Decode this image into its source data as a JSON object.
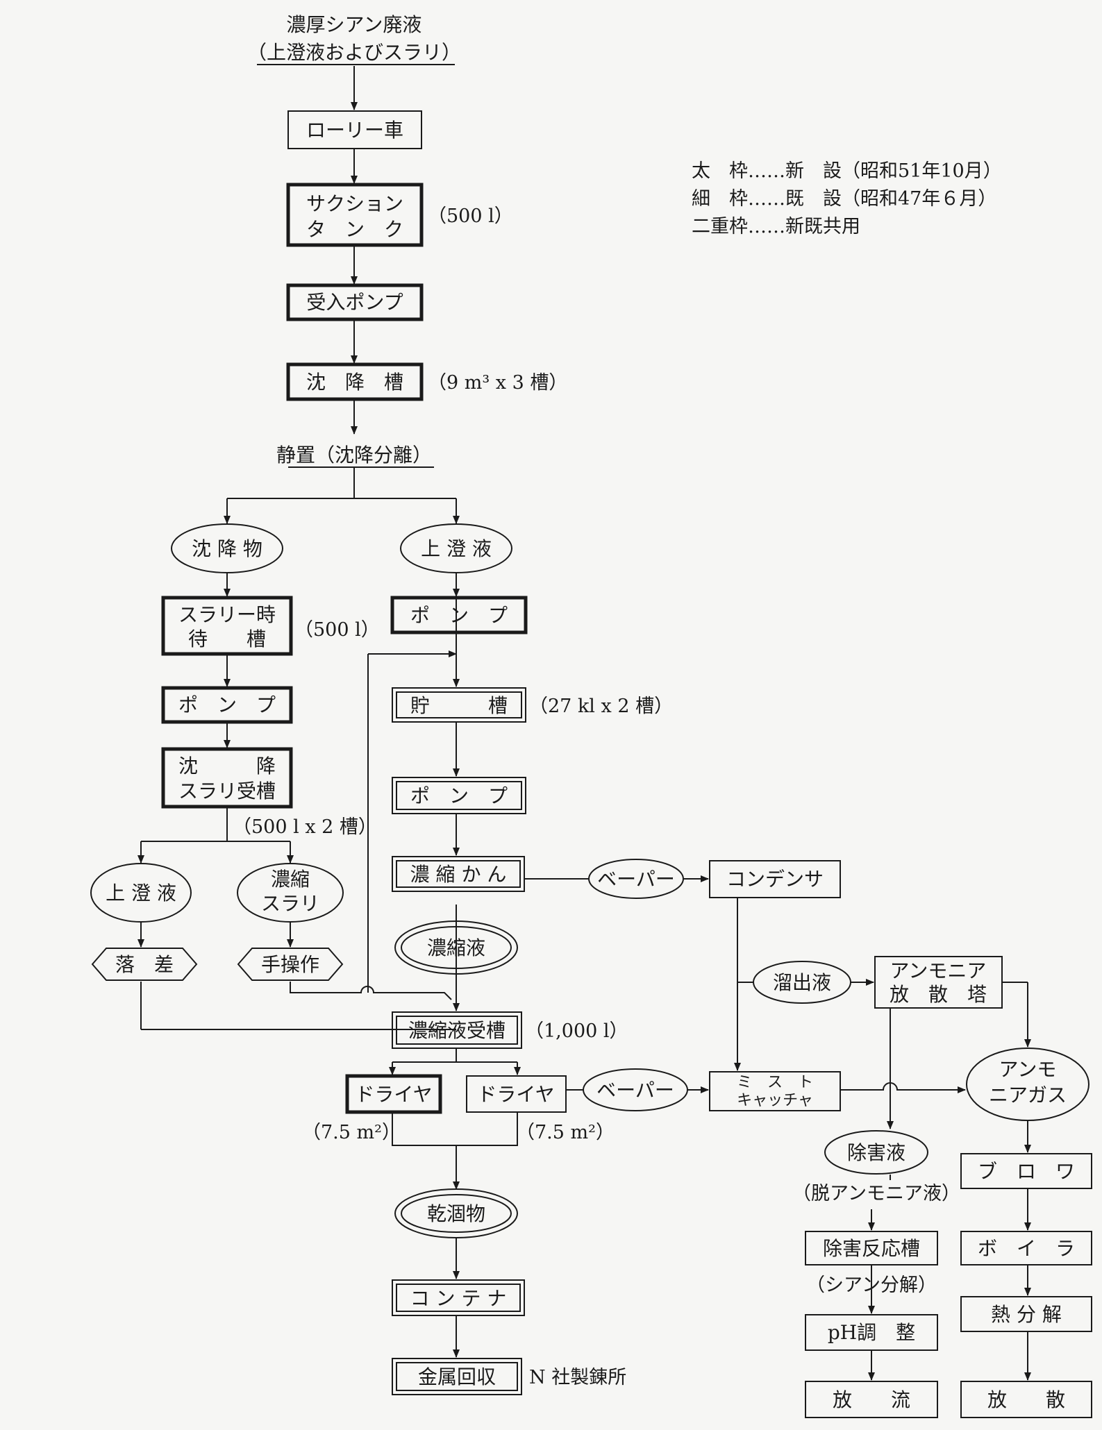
{
  "legend": {
    "thick": "太　枠……新　設（昭和51年10月）",
    "thin": "細　枠……既　設（昭和47年６月）",
    "double": "二重枠……新既共用"
  },
  "nodes": {
    "source_l1": "濃厚シアン廃液",
    "source_l2": "（上澄液およびスラリ）",
    "lorry": "ローリー車",
    "suction_l1": "サクション",
    "suction_l2": "タ　ン　ク",
    "suction_cap": "（500 l）",
    "receive_pump": "受入ポンプ",
    "settle_tank": "沈　降　槽",
    "settle_cap": "（9 m³ x 3 槽）",
    "standing": "静置（沈降分離）",
    "sediment": "沈 降 物",
    "supernatant": "上 澄 液",
    "slurry_wait_l1": "スラリー時",
    "slurry_wait_l2": "待　　槽",
    "slurry_wait_cap": "（500 l）",
    "pump_left": "ポ　ン　プ",
    "settle_slurry_l1": "沈　　　降",
    "settle_slurry_l2": "スラリ受槽",
    "settle_slurry_cap": "（500 l x 2 槽）",
    "left_super": "上 澄 液",
    "conc_slurry_l1": "濃縮",
    "conc_slurry_l2": "スラリ",
    "fall": "落　差",
    "manual": "手操作",
    "pump_right1": "ポ　ン　プ",
    "storage": "貯　　　槽",
    "storage_cap": "（27 kl x 2 槽）",
    "pump_right2": "ポ　ン　プ",
    "evaporator": "濃 縮 か ん",
    "vapor1": "ベーパー",
    "condenser": "コンデンサ",
    "conc_liquid": "濃縮液",
    "distillate": "溜出液",
    "ammonia_tower_l1": "アンモニア",
    "ammonia_tower_l2": "放　散　塔",
    "conc_recv_tank": "濃縮液受槽",
    "conc_recv_cap": "（1,000 l）",
    "dryer1": "ドライヤ",
    "dryer2": "ドライヤ",
    "vapor2": "ベーパー",
    "mist_l1": "ミ　ス　ト",
    "mist_l2": "キャッチャ",
    "ammonia_gas_l1": "アンモ",
    "ammonia_gas_l2": "ニアガス",
    "dryer1_cap": "（7.5 m²）",
    "dryer2_cap": "（7.5 m²）",
    "detox_liquid": "除害液",
    "detox_cap": "（脱アンモニア液）",
    "dry_matter": "乾涸物",
    "detox_tank": "除害反応槽",
    "detox_tank_cap": "（シアン分解）",
    "ph_adjust": "pH調　整",
    "discharge": "放　　流",
    "blower": "ブ　ロ　ワ",
    "boiler": "ボ　イ　ラ",
    "thermal": "熱 分 解",
    "release": "放　　散",
    "container": "コ ン テ ナ",
    "metal_recovery": "金属回収",
    "smelter": "N 社製錬所"
  }
}
